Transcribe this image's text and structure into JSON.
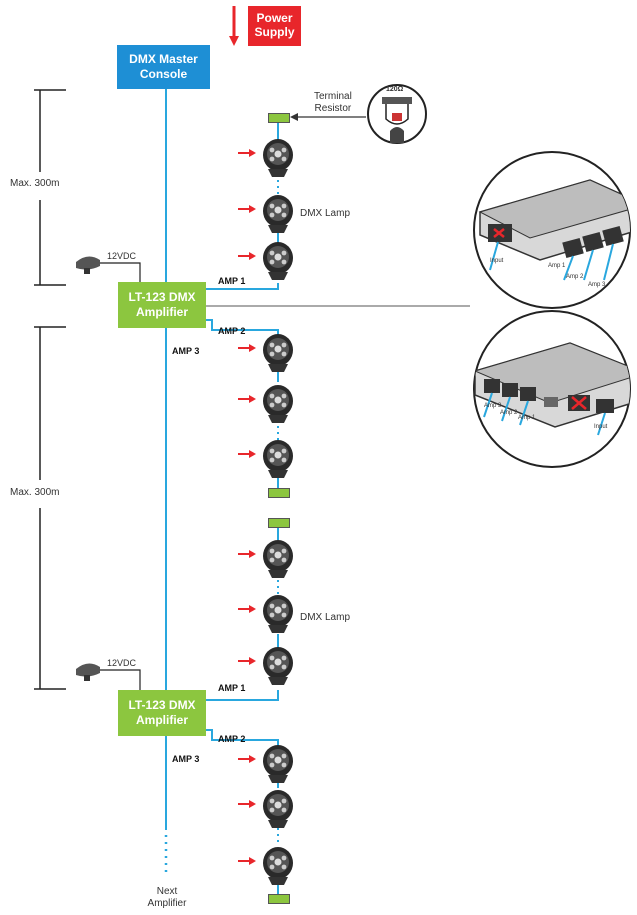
{
  "power_supply_label": [
    "Power",
    "Supply"
  ],
  "master_console_label": [
    "DMX Master",
    "Console"
  ],
  "terminal_resistor_label": [
    "Terminal",
    "Resistor"
  ],
  "resistor_callout_text": "120Ω",
  "max_distance_label": "Max. 300m",
  "power_adapter_label": "12VDC",
  "amplifier_label": [
    "LT-123 DMX",
    "Amplifier"
  ],
  "amp_labels": [
    "AMP 1",
    "AMP 2",
    "AMP 3"
  ],
  "lamp_label": "DMX Lamp",
  "next_amplifier_label": [
    "Next",
    "Amplifier"
  ],
  "device_front_ports": [
    "Input",
    "Amp 1",
    "Amp 2",
    "Amp 3"
  ],
  "device_back_ports": [
    "Amp 3",
    "Amp 2",
    "Amp 1",
    "Input"
  ],
  "colors": {
    "signal_line": "#29a7de",
    "power_arrow": "#e8262b",
    "master_console": "#1e8fd5",
    "amplifier": "#8cc63f",
    "terminal_resistor": "#8cc63f",
    "lamp_arrow": "#e8262b"
  }
}
